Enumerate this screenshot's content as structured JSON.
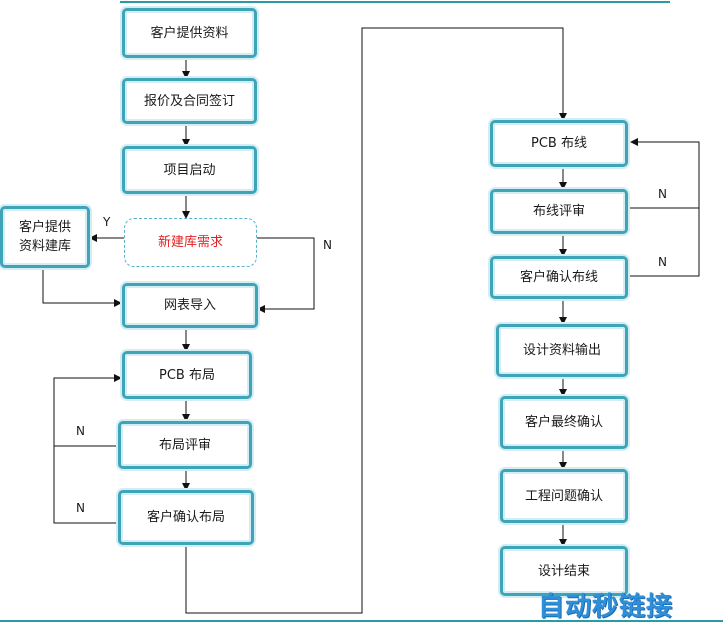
{
  "nodes": {
    "n1": "客户提供资料",
    "n2": "报价及合同签订",
    "n3": "项目启动",
    "n4": "新建库需求",
    "n5_line1": "客户提供",
    "n5_line2": "资料建库",
    "n6": "网表导入",
    "n7": "PCB 布局",
    "n8": "布局评审",
    "n9": "客户确认布局",
    "n10": "PCB 布线",
    "n11": "布线评审",
    "n12": "客户确认布线",
    "n13": "设计资料输出",
    "n14": "客户最终确认",
    "n15": "工程问题确认",
    "n16": "设计结束"
  },
  "labels": {
    "yes_library": "Y",
    "no_library": "N",
    "no_layout_review": "N",
    "no_layout_confirm": "N",
    "no_routing_review": "N",
    "no_routing_confirm": "N"
  },
  "watermark": "自动秒链接",
  "colors": {
    "box_border": "#3fa4b8",
    "accent_red": "#e02020",
    "watermark": "#2f8fd8"
  }
}
